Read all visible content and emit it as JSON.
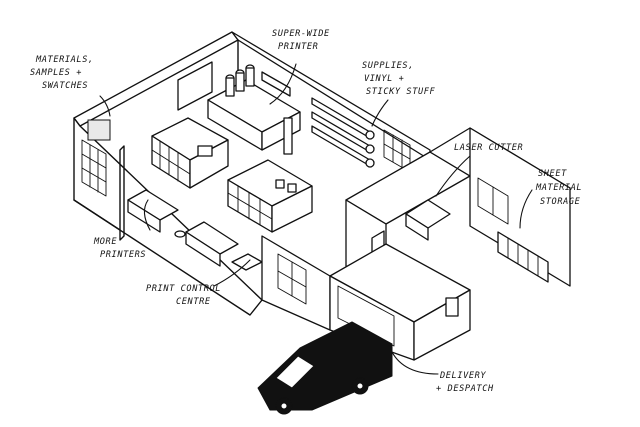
{
  "labels": {
    "materials_1": "MATERIALS,",
    "materials_2": "SAMPLES +",
    "materials_3": "SWATCHES",
    "printer_1": "SUPER-WIDE",
    "printer_2": "PRINTER",
    "supplies_1": "SUPPLIES,",
    "supplies_2": "VINYL +",
    "supplies_3": "STICKY STUFF",
    "laser": "LASER CUTTER",
    "sheet_1": "SHEET",
    "sheet_2": "MATERIAL",
    "sheet_3": "STORAGE",
    "more_1": "MORE",
    "more_2": "PRINTERS",
    "control_1": "PRINT CONTROL",
    "control_2": "CENTRE",
    "delivery_1": "DELIVERY",
    "delivery_2": "+ DESPATCH"
  },
  "colors": {
    "ink": "#111111",
    "paper": "#ffffff"
  }
}
